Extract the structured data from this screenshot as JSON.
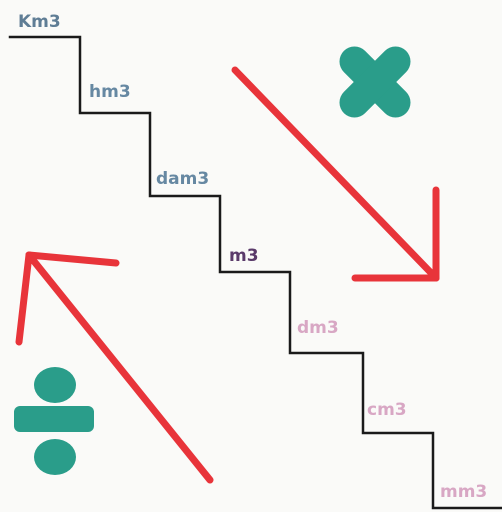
{
  "units": [
    "Km3",
    "hm3",
    "dam3",
    "m3",
    "dm3",
    "cm3",
    "mm3"
  ],
  "unit_colors": {
    "Km3": "#5f7d95",
    "hm3": "#6688a2",
    "dam3": "#6688a2",
    "m3": "#5a3a6a",
    "dm3": "#d8a7c4",
    "cm3": "#d8a7c4",
    "mm3": "#d8a7c4"
  },
  "colors": {
    "stair_line": "#1a1a1a",
    "arrow": "#e8343a",
    "symbol": "#2a9d8a"
  },
  "operations": {
    "multiply_icon": "multiply-icon",
    "divide_icon": "divide-icon"
  }
}
